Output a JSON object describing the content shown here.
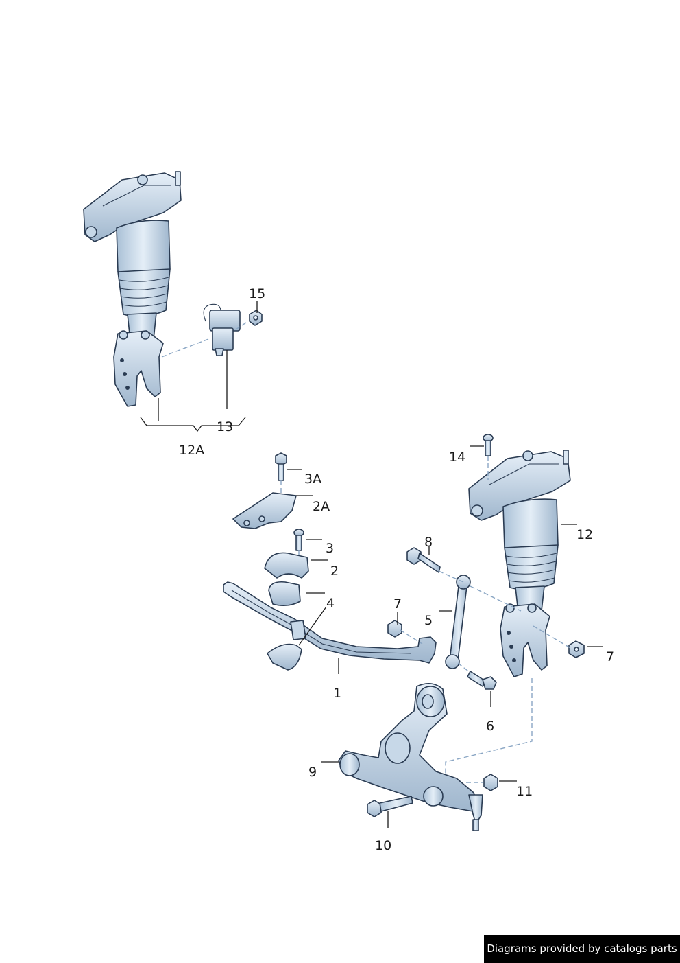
{
  "callouts": {
    "c1": "1",
    "c2": "2",
    "c2a": "2A",
    "c3": "3",
    "c3a": "3A",
    "c4": "4",
    "c5": "5",
    "c6": "6",
    "c7a": "7",
    "c7b": "7",
    "c8": "8",
    "c9": "9",
    "c10": "10",
    "c11": "11",
    "c12": "12",
    "c12a": "12A",
    "c13": "13",
    "c14": "14",
    "c15": "15"
  },
  "footer": {
    "credit": "Diagrams provided by catalogs parts"
  },
  "colors": {
    "part_fill": "#d3e2ef",
    "part_shade": "#a9c0d6",
    "outline": "#2a3b52",
    "leader_dash": "#8aa6c4"
  }
}
